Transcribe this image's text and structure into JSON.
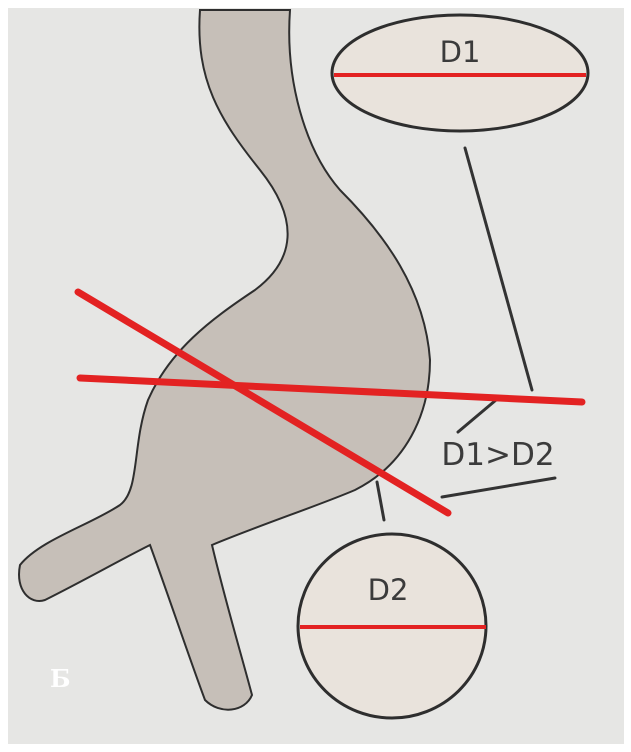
{
  "colors": {
    "background": "#e6e6e4",
    "organ_fill": "#c6bfb8",
    "organ_stroke": "#2e2e2e",
    "ellipse_fill": "#e9e3dc",
    "measure_line": "#e32222",
    "connector": "#333333"
  },
  "labels": {
    "d1": "D1",
    "d2": "D2",
    "comparison": "D1>D2",
    "panel_letter": "Б"
  }
}
